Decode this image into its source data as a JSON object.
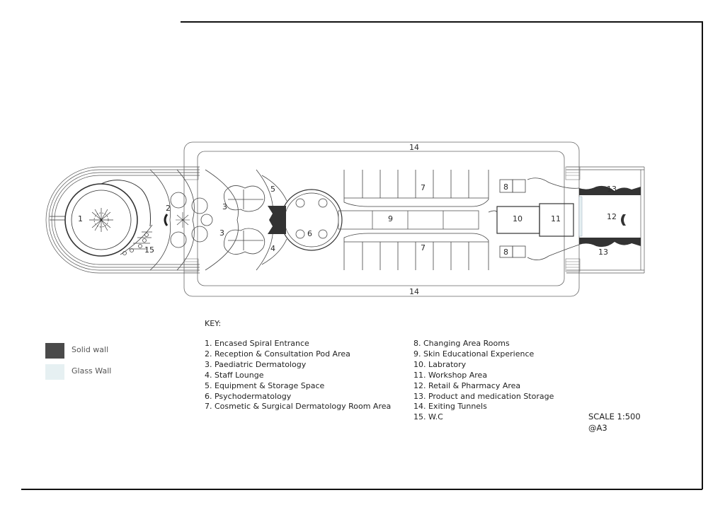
{
  "plan_labels": {
    "r1": "1",
    "r2": "2",
    "r3a": "3",
    "r3b": "3",
    "r4": "4",
    "r5": "5",
    "r6": "6",
    "r7a": "7",
    "r7b": "7",
    "r8a": "8",
    "r8b": "8",
    "r9": "9",
    "r10": "10",
    "r11": "11",
    "r12": "12",
    "r13a": "13",
    "r13b": "13",
    "r14a": "14",
    "r14b": "14",
    "r15": "15"
  },
  "key": {
    "title": "KEY:",
    "column1": [
      "1. Encased Spiral Entrance",
      "2. Reception & Consultation Pod Area",
      "3. Paediatric Dermatology",
      "4. Staff Lounge",
      "5. Equipment & Storage Space",
      "6. Psychodermatology",
      "7. Cosmetic & Surgical Dermatology Room Area"
    ],
    "column2": [
      "8. Changing Area Rooms",
      "9. Skin Educational Experience",
      "10. Labratory",
      "11. Workshop Area",
      "12. Retail & Pharmacy Area",
      "13. Product and medication Storage",
      "14. Exiting Tunnels",
      "15. W.C"
    ]
  },
  "legend": [
    {
      "label": "Solid wall",
      "color": "#4a4a4a"
    },
    {
      "label": "Glass Wall",
      "color": "#e6f0f2"
    }
  ],
  "scale": {
    "line1": "SCALE 1:500",
    "line2": "@A3"
  },
  "colors": {
    "line": "#444444",
    "frame": "#111111",
    "solid": "#3a3a3a"
  }
}
